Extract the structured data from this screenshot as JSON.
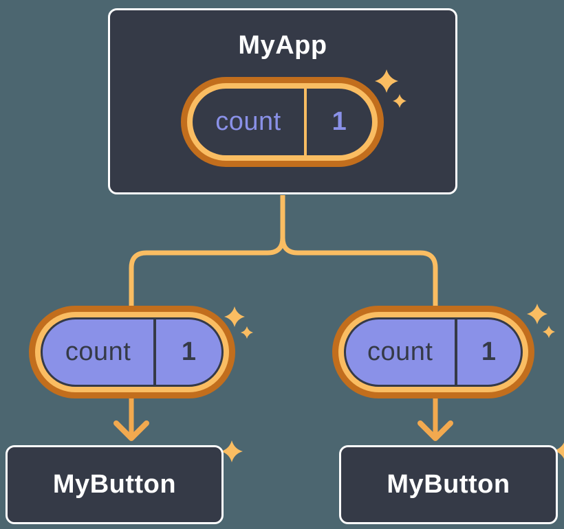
{
  "canvas": {
    "background": "#4C6670"
  },
  "colors": {
    "node_background": "#353A47",
    "node_border": "#FFFFFF",
    "pill_ring_outer": "#C26E1D",
    "pill_ring_inner": "#FABD62",
    "pill_fill_purple": "#8A91E8",
    "state_text_purple": "#8A91E8",
    "prop_text_dark": "#353A47",
    "connector_line": "#FABD62",
    "arrow": "#F2A94F",
    "sparkle": "#FABD62"
  },
  "tree": {
    "root": {
      "title": "MyApp",
      "state_pill": {
        "label": "count",
        "value": "1"
      }
    },
    "children": [
      {
        "title": "MyButton",
        "prop_pill": {
          "label": "count",
          "value": "1"
        }
      },
      {
        "title": "MyButton",
        "prop_pill": {
          "label": "count",
          "value": "1"
        }
      }
    ]
  }
}
